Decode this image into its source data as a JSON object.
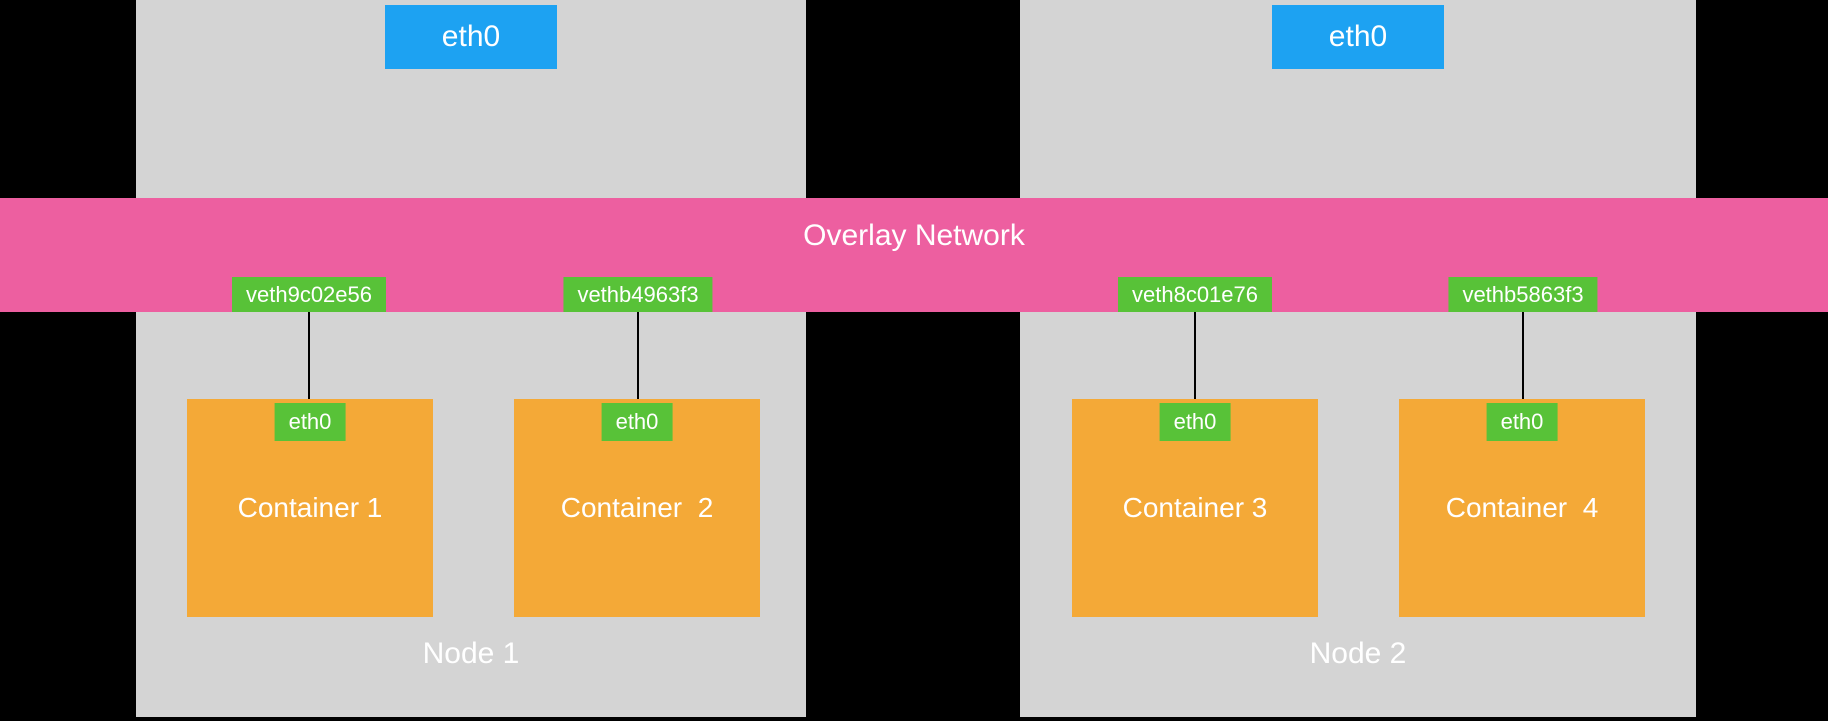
{
  "diagram": {
    "title": "Overlay Network",
    "overlay_network": {
      "label": "Overlay Network"
    },
    "nodes": [
      {
        "label": "Node 1",
        "host_interface": "eth0",
        "veths": [
          "veth9c02e56",
          "vethb4963f3"
        ],
        "containers": [
          {
            "label": "Container 1",
            "interface": "eth0",
            "veth": "veth9c02e56"
          },
          {
            "label": "Container  2",
            "interface": "eth0",
            "veth": "vethb4963f3"
          }
        ]
      },
      {
        "label": "Node 2",
        "host_interface": "eth0",
        "veths": [
          "veth8c01e76",
          "vethb5863f3"
        ],
        "containers": [
          {
            "label": "Container 3",
            "interface": "eth0",
            "veth": "veth8c01e76"
          },
          {
            "label": "Container  4",
            "interface": "eth0",
            "veth": "vethb5863f3"
          }
        ]
      }
    ]
  },
  "colors": {
    "background": "#000000",
    "node-bg": "#d4d4d4",
    "eth0-blue": "#1da2f2",
    "overlay-pink": "#ed5fa0",
    "veth-green": "#58c238",
    "container-orange": "#f4a937",
    "text-white": "#ffffff",
    "line-black": "#000000"
  }
}
